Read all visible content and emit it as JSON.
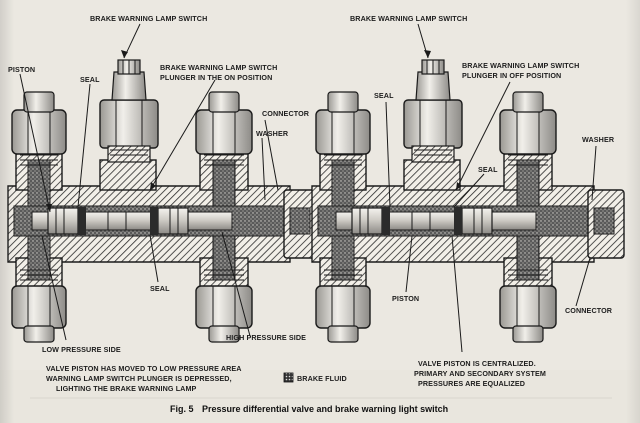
{
  "left_view": {
    "brake_warning_lamp_switch": "BRAKE WARNING LAMP SWITCH",
    "plunger_line1": "BRAKE WARNING LAMP SWITCH",
    "plunger_line2": "PLUNGER IN THE ON POSITION",
    "piston": "PISTON",
    "seal_top": "SEAL",
    "connector": "CONNECTOR",
    "washer": "WASHER",
    "seal_bottom": "SEAL",
    "low_pressure_side": "LOW PRESSURE SIDE",
    "high_pressure_side": "HIGH PRESSURE SIDE",
    "note_line1": "VALVE PISTON HAS MOVED TO LOW PRESSURE AREA",
    "note_line2": "WARNING LAMP SWITCH PLUNGER IS DEPRESSED,",
    "note_line3": "LIGHTING THE BRAKE WARNING LAMP"
  },
  "right_view": {
    "brake_warning_lamp_switch": "BRAKE WARNING LAMP SWITCH",
    "plunger_line1": "BRAKE WARNING LAMP SWITCH",
    "plunger_line2": "PLUNGER IN OFF POSITION",
    "seal_top": "SEAL",
    "seal_mid": "SEAL",
    "washer": "WASHER",
    "piston": "PISTON",
    "connector": "CONNECTOR",
    "note_line1": "VALVE PISTON IS CENTRALIZED.",
    "note_line2": "PRIMARY AND SECONDARY SYSTEM",
    "note_line3": "PRESSURES ARE EQUALIZED"
  },
  "legend": {
    "label": "BRAKE FLUID"
  },
  "caption": {
    "figure": "Fig. 5",
    "text": "Pressure differential valve and brake warning light switch"
  }
}
